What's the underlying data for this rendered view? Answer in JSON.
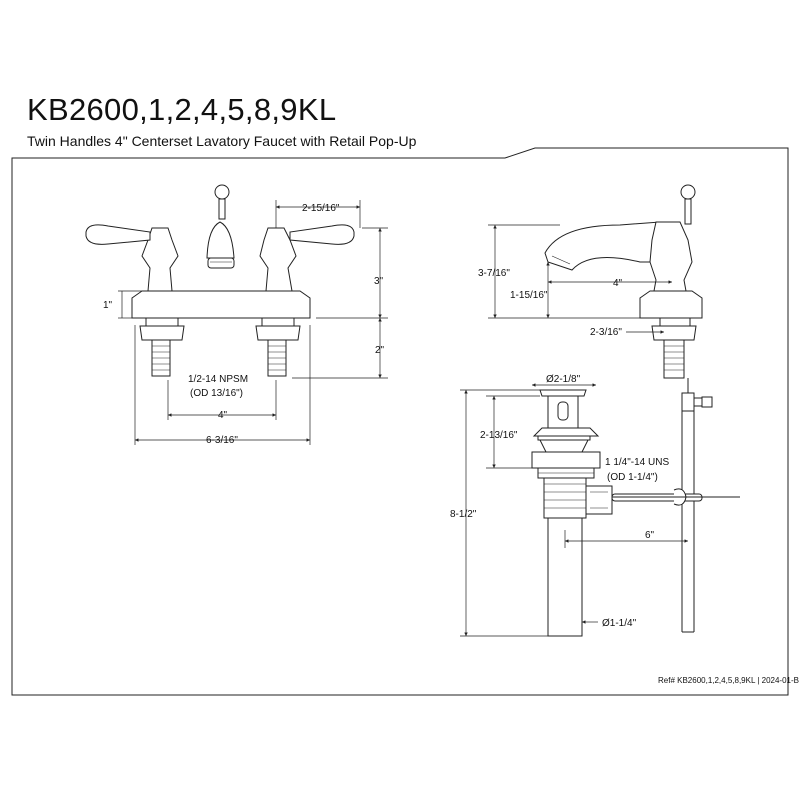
{
  "header": {
    "model": "KB2600,1,2,4,5,8,9KL",
    "description": "Twin Handles 4\" Centerset Lavatory Faucet with Retail Pop-Up"
  },
  "front_view": {
    "dim_handle_offset": "2-15/16\"",
    "dim_height": "3\"",
    "dim_base": "1\"",
    "dim_shank": "2\"",
    "thread_spec": "1/2-14 NPSM",
    "thread_od": "(OD 13/16\")",
    "dim_center": "4\"",
    "dim_overall_width": "6-3/16\""
  },
  "side_view": {
    "dim_height": "3-7/16\"",
    "dim_spout_reach": "4\"",
    "dim_spout_height": "1-15/16\"",
    "dim_depth": "2-3/16\""
  },
  "drain_view": {
    "dim_flange_dia": "Ø2-1/8\"",
    "dim_body_height": "2-13/16\"",
    "thread_spec": "1 1/4\"-14 UNS",
    "thread_od": "(OD 1-1/4\")",
    "dim_overall_length": "8-1/2\"",
    "dim_rod_length": "6\"",
    "dim_tail_dia": "Ø1-1/4\""
  },
  "footer": {
    "reference": "Ref# KB2600,1,2,4,5,8,9KL | 2024-01-B"
  },
  "colors": {
    "line": "#222222",
    "background": "#ffffff"
  }
}
